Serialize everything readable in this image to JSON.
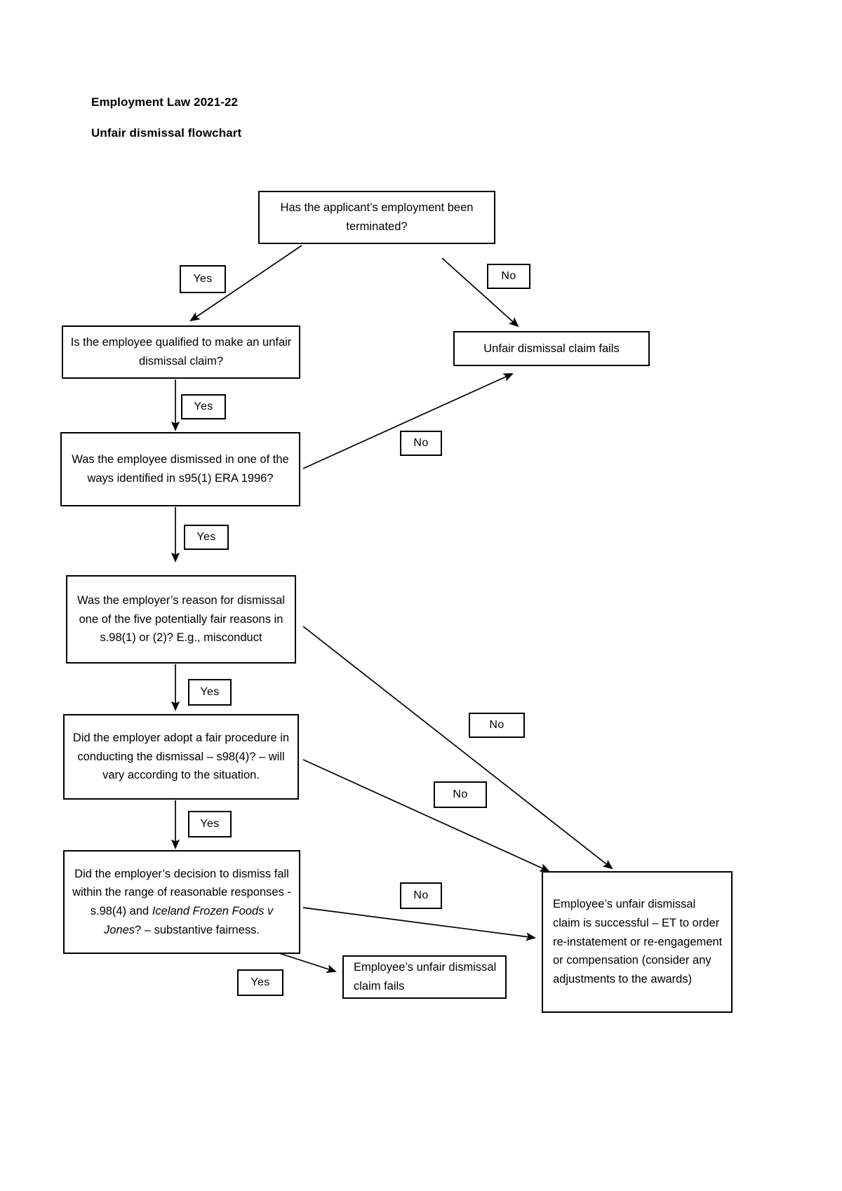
{
  "document": {
    "header": {
      "course_title": "Employment Law 2021-22",
      "subtitle": "Unfair dismissal flowchart"
    }
  },
  "flowchart": {
    "nodes": {
      "q_terminated": "Has the applicant’s employment been terminated?",
      "q_qualified": "Is the employee qualified to make an unfair dismissal claim?",
      "q_s95": "Was the employee dismissed in one of the ways identified in s95(1) ERA 1996?",
      "q_fair_reason": "Was the employer’s reason for dismissal one of the five potentially fair reasons in s.98(1) or (2)? E.g., misconduct",
      "q_fair_procedure": "Did the employer adopt a fair procedure in conducting the dismissal – s98(4)? – will vary according to the situation.",
      "q_range_reasonable_pre": "Did the employer’s decision to dismiss fall within the range of reasonable responses - s.98(4) and ",
      "q_range_reasonable_case": "Iceland Frozen Foods v Jones",
      "q_range_reasonable_post": "? – substantive fairness.",
      "outcome_fails_top": "Unfair dismissal claim fails",
      "outcome_fails_bottom": "Employee’s unfair dismissal claim fails",
      "outcome_success": "Employee’s unfair dismissal claim is successful – ET to order re-instatement or re-engagement or compensation (consider any adjustments to the awards)"
    },
    "edge_labels": {
      "yes_1": "Yes",
      "no_1": "No",
      "yes_2": "Yes",
      "no_2": "No",
      "yes_3": "Yes",
      "no_3": "No",
      "yes_4": "Yes",
      "no_4": "No",
      "yes_5": "Yes",
      "no_5": "No"
    },
    "colors": {
      "stroke": "#000000",
      "fill": "#ffffff",
      "text": "#000000"
    }
  }
}
